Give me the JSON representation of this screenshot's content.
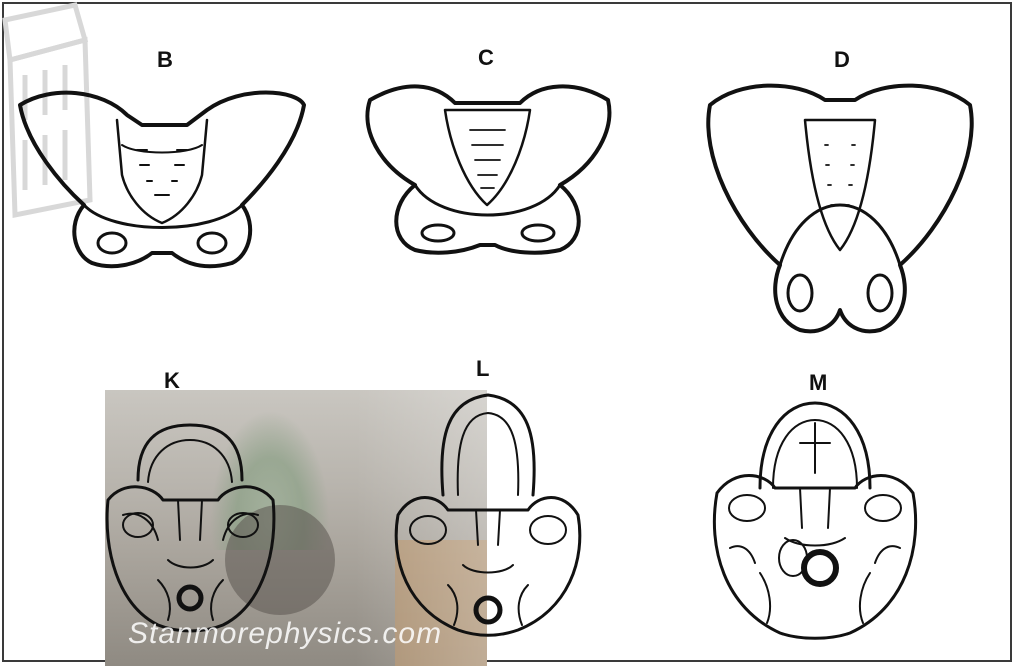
{
  "panels": {
    "B": "B",
    "C": "C",
    "D": "D",
    "K": "K",
    "L": "L",
    "M": "M"
  },
  "watermark": "Stanmorephysics.com",
  "colors": {
    "line": "#111111",
    "frame": "#3a3a3a",
    "photo": "#b8b4ad"
  },
  "icons": {
    "logo": "stanmore-building-logo"
  }
}
